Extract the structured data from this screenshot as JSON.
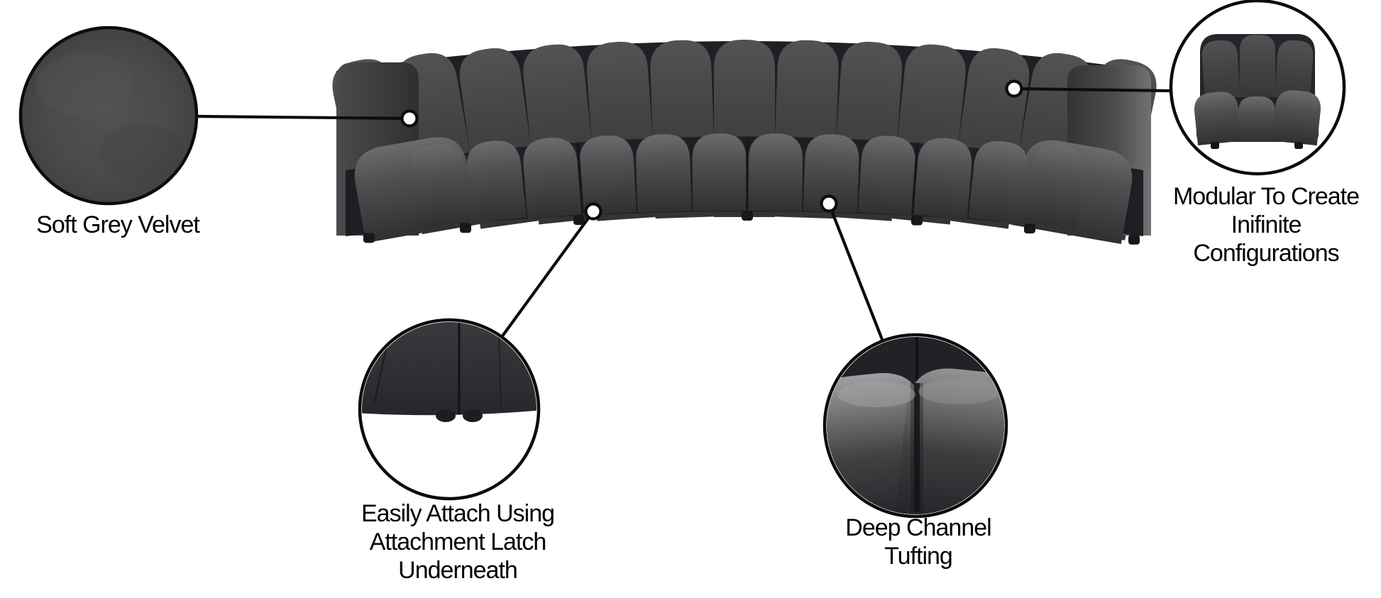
{
  "figure_title": "Modular velvet sectional feature callouts",
  "colors": {
    "background": "#ffffff",
    "outline": "#0c0c0c",
    "text": "#191a1b",
    "velvet_swatch": "#4a4a4c",
    "velvet_dark": "#2b2c2e",
    "velvet_mid": "#47484a",
    "velvet_light": "#6b6c6e"
  },
  "callouts": {
    "fabric": {
      "lines": [
        "Soft Grey Velvet"
      ]
    },
    "modular": {
      "lines": [
        "Modular To Create",
        "Inifinite",
        "Configurations"
      ]
    },
    "latch": {
      "lines": [
        "Easily Attach Using",
        "Attachment Latch",
        "Underneath"
      ]
    },
    "tufting": {
      "lines": [
        "Deep Channel",
        "Tufting"
      ]
    }
  }
}
